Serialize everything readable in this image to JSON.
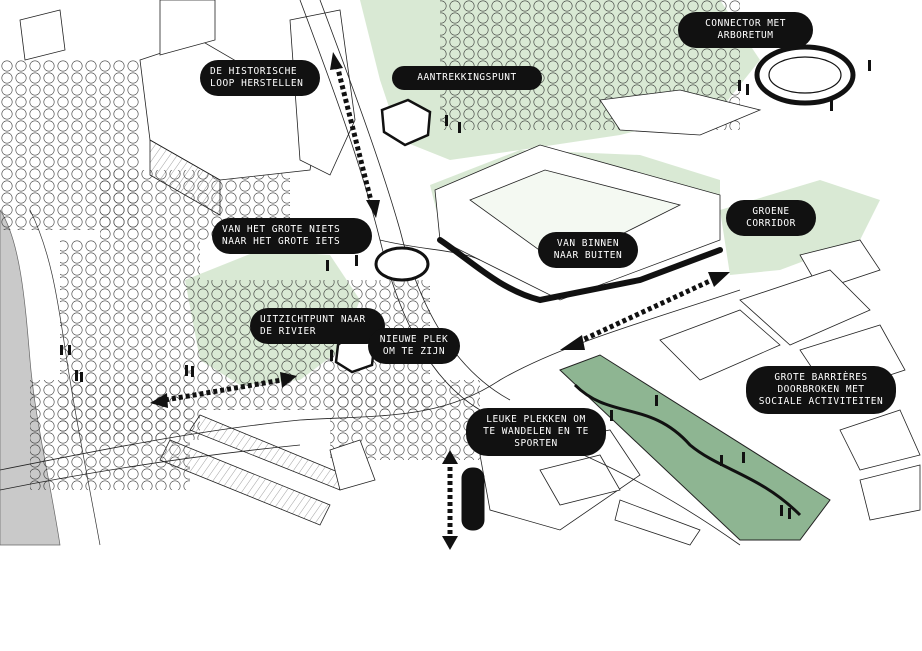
{
  "colors": {
    "ink": "#111111",
    "green": "#d7e8d2",
    "park_green": "#8eb592",
    "water": "#c9c9c9",
    "paper": "#ffffff"
  },
  "annotations": [
    {
      "id": "historische-loop",
      "lines": [
        "De historische",
        "loop herstellen"
      ]
    },
    {
      "id": "aantrekkingspunt",
      "lines": [
        "Aantrekkingspunt"
      ]
    },
    {
      "id": "connector-arboretum",
      "lines": [
        "Connector met",
        "arboretum"
      ]
    },
    {
      "id": "van-het-grote",
      "lines": [
        "Van het grote niets",
        "naar het grote iets"
      ]
    },
    {
      "id": "van-binnen",
      "lines": [
        "Van binnen",
        "naar buiten"
      ]
    },
    {
      "id": "groene-corridor",
      "lines": [
        "Groene",
        "corridor"
      ]
    },
    {
      "id": "uitzichtpunt",
      "lines": [
        "Uitzichtpunt naar",
        "de rivier"
      ]
    },
    {
      "id": "nieuwe-plek",
      "lines": [
        "Nieuwe plek",
        "om te zijn"
      ]
    },
    {
      "id": "grote-barrieres",
      "lines": [
        "Grote barrières",
        "doorbroken met",
        "sociale activiteiten"
      ]
    },
    {
      "id": "leuke-plekken",
      "lines": [
        "Leuke plekken om",
        "te wandelen en te",
        "sporten"
      ]
    }
  ]
}
